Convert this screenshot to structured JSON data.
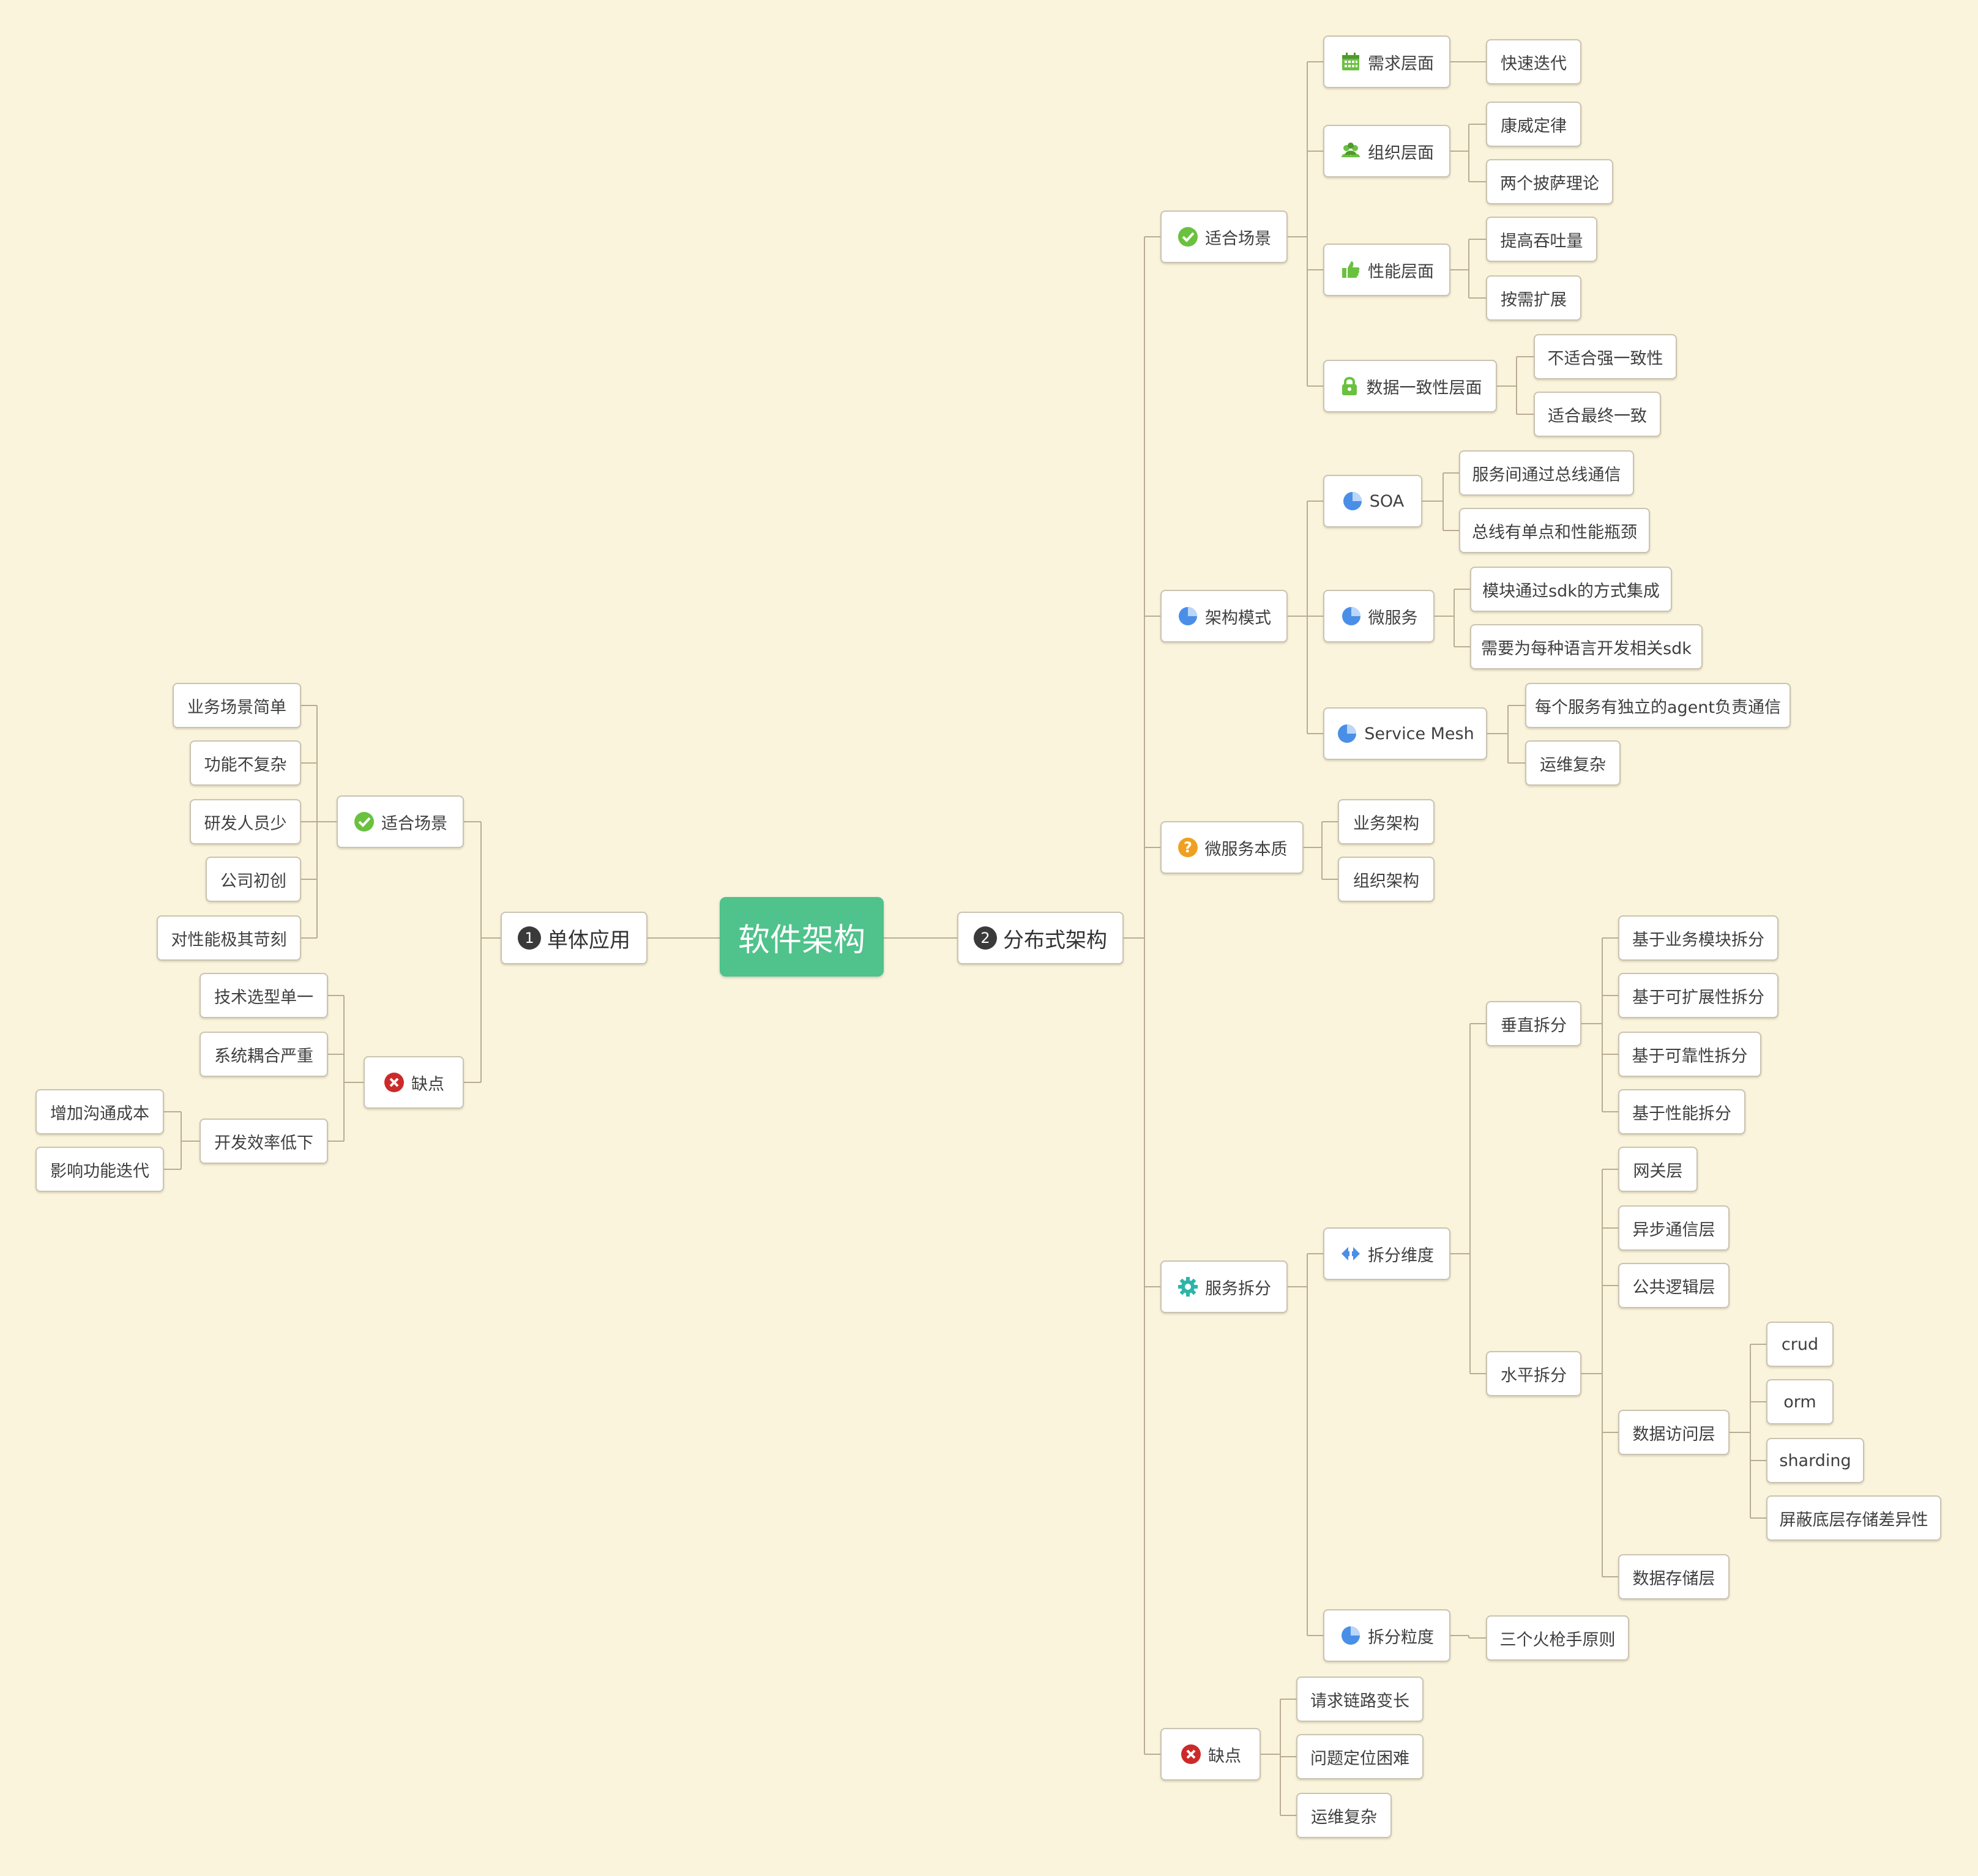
{
  "root": "软件架构",
  "left": {
    "number": "1",
    "title": "单体应用",
    "scenes": {
      "label": "适合场景",
      "icon": "check-circle-icon",
      "items": [
        "业务场景简单",
        "功能不复杂",
        "研发人员少",
        "公司初创",
        "对性能极其苛刻"
      ]
    },
    "cons": {
      "label": "缺点",
      "icon": "x-circle-icon",
      "items": [
        "技术选型单一",
        "系统耦合严重",
        "开发效率低下"
      ],
      "dev_sub": [
        "增加沟通成本",
        "影响功能迭代"
      ]
    }
  },
  "right": {
    "number": "2",
    "title": "分布式架构",
    "scenes": {
      "label": "适合场景",
      "icon": "check-circle-icon",
      "demand": {
        "label": "需求层面",
        "icon": "calendar-icon",
        "items": [
          "快速迭代"
        ]
      },
      "org": {
        "label": "组织层面",
        "icon": "people-icon",
        "items": [
          "康威定律",
          "两个披萨理论"
        ]
      },
      "perf": {
        "label": "性能层面",
        "icon": "thumbs-up-icon",
        "items": [
          "提高吞吐量",
          "按需扩展"
        ]
      },
      "data": {
        "label": "数据一致性层面",
        "icon": "lock-icon",
        "items": [
          "不适合强一致性",
          "适合最终一致"
        ]
      }
    },
    "patterns": {
      "label": "架构模式",
      "icon": "pie-chart-icon",
      "soa": {
        "label": "SOA",
        "items": [
          "服务间通过总线通信",
          "总线有单点和性能瓶颈"
        ]
      },
      "ms": {
        "label": "微服务",
        "items": [
          "模块通过sdk的方式集成",
          "需要为每种语言开发相关sdk"
        ]
      },
      "mesh": {
        "label": "Service Mesh",
        "items": [
          "每个服务有独立的agent负责通信",
          "运维复杂"
        ]
      }
    },
    "essence": {
      "label": "微服务本质",
      "icon": "question-icon",
      "items": [
        "业务架构",
        "组织架构"
      ]
    },
    "split": {
      "label": "服务拆分",
      "icon": "gear-icon",
      "dim": {
        "label": "拆分维度",
        "icon": "split-arrows-icon",
        "vertical": {
          "label": "垂直拆分",
          "items": [
            "基于业务模块拆分",
            "基于可扩展性拆分",
            "基于可靠性拆分",
            "基于性能拆分"
          ]
        },
        "horizontal": {
          "label": "水平拆分",
          "items": [
            "网关层",
            "异步通信层",
            "公共逻辑层",
            "数据访问层",
            "数据存储层"
          ],
          "dal": [
            "crud",
            "orm",
            "sharding",
            "屏蔽底层存储差异性"
          ]
        }
      },
      "gran": {
        "label": "拆分粒度",
        "icon": "pie-chart-icon",
        "items": [
          "三个火枪手原则"
        ]
      }
    },
    "cons": {
      "label": "缺点",
      "icon": "x-circle-icon",
      "items": [
        "请求链路变长",
        "问题定位困难",
        "运维复杂"
      ]
    }
  },
  "colors": {
    "root": "#50c28c",
    "background": "#fbf4dc",
    "check": "#6ac13f",
    "cross": "#cc2a2a",
    "pie": "#4a8fe7",
    "question": "#f0a020",
    "gear": "#2cb5a8"
  }
}
